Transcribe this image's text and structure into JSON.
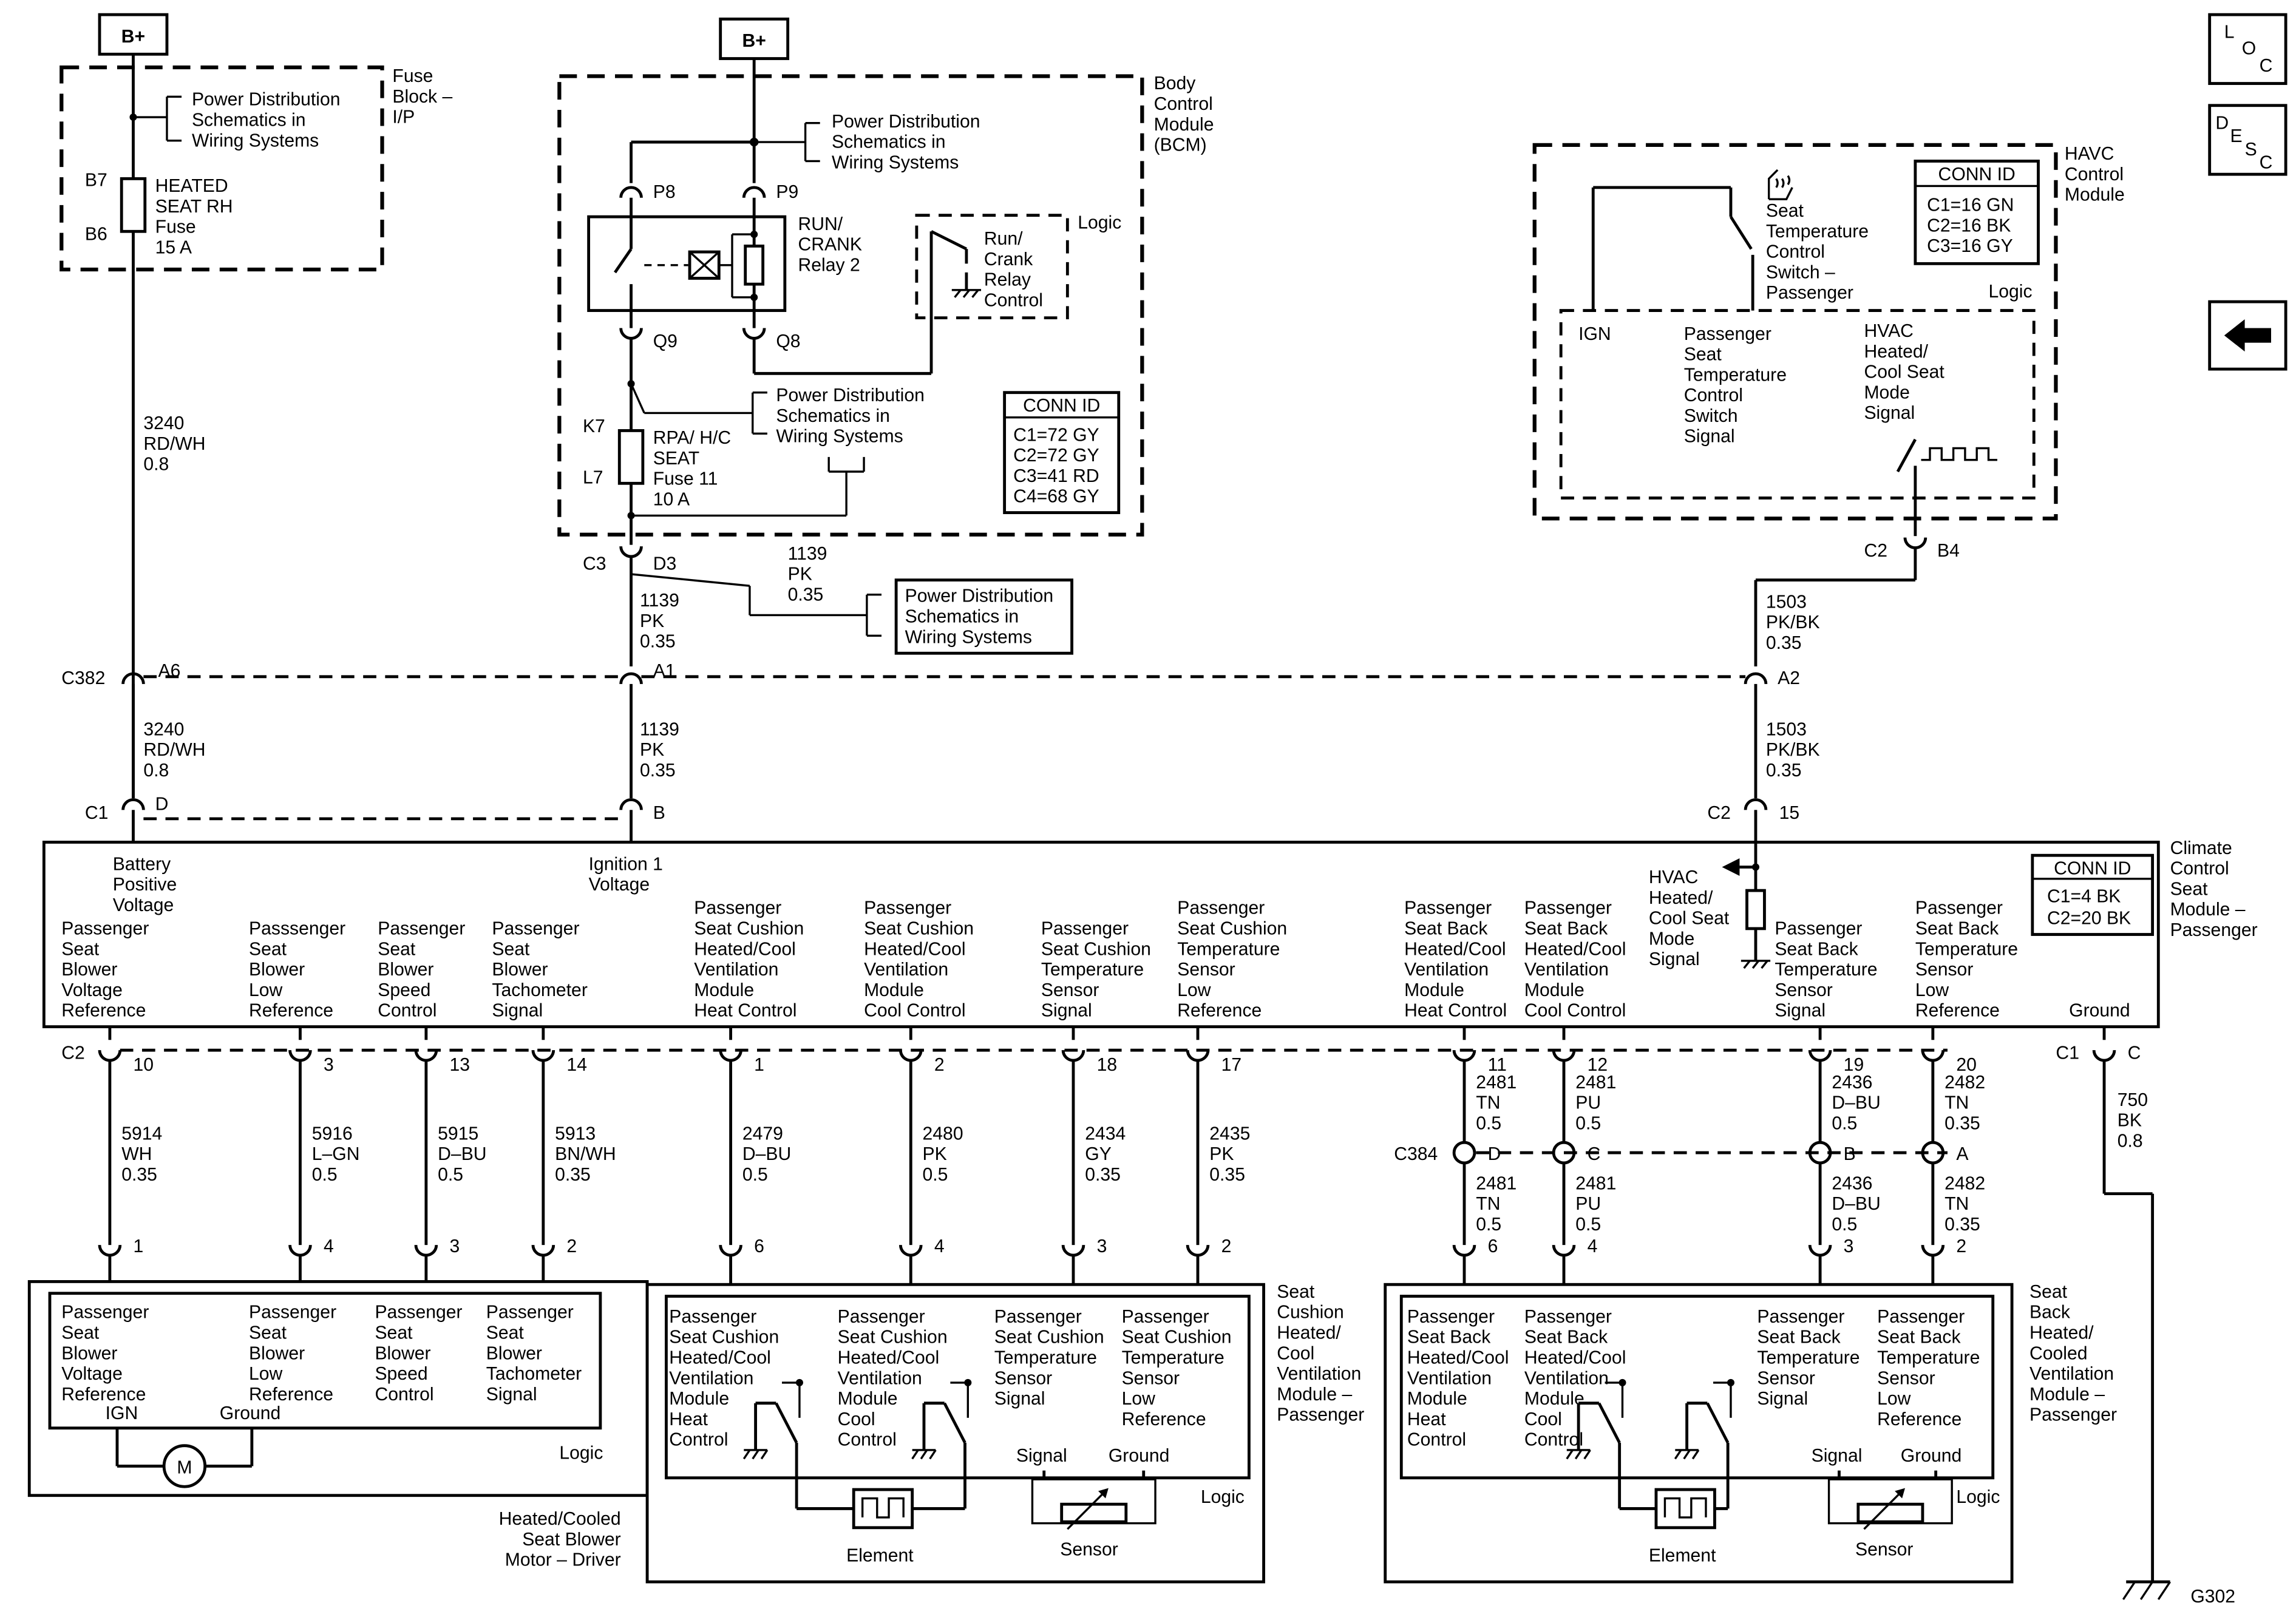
{
  "supply": {
    "b_plus_left": "B+",
    "b_plus_mid": "B+"
  },
  "fuse_block": {
    "title": [
      "Fuse",
      "Block –",
      "I/P"
    ],
    "pds": [
      "Power Distribution",
      "Schematics in",
      "Wiring Systems"
    ],
    "pin_top": "B7",
    "pin_bottom": "B6",
    "fuse": [
      "HEATED",
      "SEAT RH",
      "Fuse",
      "15 A"
    ]
  },
  "bcm": {
    "title": [
      "Body",
      "Control",
      "Module",
      "(BCM)"
    ],
    "pds_top": [
      "Power Distribution",
      "Schematics in",
      "Wiring Systems"
    ],
    "pins": {
      "p8": "P8",
      "p9": "P9",
      "q9": "Q9",
      "q8": "Q8",
      "k7": "K7",
      "l7": "L7"
    },
    "relay": [
      "RUN/",
      "CRANK",
      "Relay 2"
    ],
    "logic_label": "Logic",
    "relay_control": [
      "Run/",
      "Crank",
      "Relay",
      "Control"
    ],
    "pds_mid": [
      "Power Distribution",
      "Schematics in",
      "Wiring Systems"
    ],
    "fuse": [
      "RPA/ H/C",
      "SEAT",
      "Fuse 11",
      "10 A"
    ],
    "conn_id": {
      "title": "CONN ID",
      "rows": [
        "C1=72 GY",
        "C2=72 GY",
        "C3=41 RD",
        "C4=68 GY"
      ]
    }
  },
  "bcm_out": {
    "connector": "C3",
    "pin": "D3",
    "wire_splice": [
      "1139",
      "PK",
      "0.35"
    ],
    "wire_down": [
      "1139",
      "PK",
      "0.35"
    ],
    "pds": [
      "Power Distribution",
      "Schematics in",
      "Wiring Systems"
    ]
  },
  "havc": {
    "title": [
      "HAVC",
      "Control",
      "Module"
    ],
    "conn_id": {
      "title": "CONN ID",
      "rows": [
        "C1=16 GN",
        "C2=16 BK",
        "C3=16 GY"
      ]
    },
    "switch": [
      "Seat",
      "Temperature",
      "Control",
      "Switch –",
      "Passenger"
    ],
    "logic_label": "Logic",
    "ign": "IGN",
    "signal": [
      "Passenger",
      "Seat",
      "Temperature",
      "Control",
      "Switch",
      "Signal"
    ],
    "mode": [
      "HVAC",
      "Heated/",
      "Cool Seat",
      "Mode",
      "Signal"
    ],
    "connector": "C2",
    "pin": "B4",
    "wire": [
      "1503",
      "PK/BK",
      "0.35"
    ]
  },
  "left_circuit": {
    "wire_top": [
      "3240",
      "RD/WH",
      "0.8"
    ],
    "wire_bottom": [
      "3240",
      "RD/WH",
      "0.8"
    ]
  },
  "c382": {
    "name": "C382",
    "pin_a6": "A6",
    "pin_a1": "A1",
    "pin_a2": "A2"
  },
  "lower_wires": {
    "mid": [
      "1139",
      "PK",
      "0.35"
    ],
    "right": [
      "1503",
      "PK/BK",
      "0.35"
    ]
  },
  "module_pins_top": {
    "c1": "C1",
    "d": "D",
    "b": "B",
    "c2": "C2",
    "p15": "15"
  },
  "ccsm": {
    "title": [
      "Climate",
      "Control",
      "Seat",
      "Module –",
      "Passenger"
    ],
    "conn_id": {
      "title": "CONN ID",
      "rows": [
        "C1=4 BK",
        "C2=20 BK"
      ]
    },
    "battery": [
      "Battery",
      "Positive",
      "Voltage"
    ],
    "ignition": [
      "Ignition 1",
      "Voltage"
    ],
    "hvac_mode": [
      "HVAC",
      "Heated/",
      "Cool Seat",
      "Mode",
      "Signal"
    ],
    "labels": [
      [
        "Passenger",
        "Seat",
        "Blower",
        "Voltage",
        "Reference"
      ],
      [
        "Passsenger",
        "Seat",
        "Blower",
        "Low",
        "Reference"
      ],
      [
        "Passenger",
        "Seat",
        "Blower",
        "Speed",
        "Control"
      ],
      [
        "Passenger",
        "Seat",
        "Blower",
        "Tachometer",
        "Signal"
      ],
      [
        "Passenger",
        "Seat Cushion",
        "Heated/Cool",
        "Ventilation",
        "Module",
        "Heat Control"
      ],
      [
        "Passenger",
        "Seat Cushion",
        "Heated/Cool",
        "Ventilation",
        "Module",
        "Cool Control"
      ],
      [
        "Passenger",
        "Seat Cushion",
        "Temperature",
        "Sensor",
        "Signal"
      ],
      [
        "Passenger",
        "Seat Cushion",
        "Temperature",
        "Sensor",
        "Low",
        "Reference"
      ],
      [
        "Passenger",
        "Seat Back",
        "Heated/Cool",
        "Ventilation",
        "Module",
        "Heat Control"
      ],
      [
        "Passenger",
        "Seat Back",
        "Heated/Cool",
        "Ventilation",
        "Module",
        "Cool Control"
      ],
      [
        "Passenger",
        "Seat Back",
        "Temperature",
        "Sensor",
        "Signal"
      ],
      [
        "Passenger",
        "Seat Back",
        "Temperature",
        "Sensor",
        "Low",
        "Reference"
      ],
      [
        "Ground"
      ]
    ]
  },
  "bottom_connectors": {
    "c2": "C2",
    "c1": "C1",
    "c": "C",
    "c384": "C384"
  },
  "bottom_pins": [
    "10",
    "3",
    "13",
    "14",
    "1",
    "2",
    "18",
    "17",
    "11",
    "12",
    "19",
    "20"
  ],
  "bottom_wires": [
    [
      "5914",
      "WH",
      "0.35"
    ],
    [
      "5916",
      "L–GN",
      "0.5"
    ],
    [
      "5915",
      "D–BU",
      "0.5"
    ],
    [
      "5913",
      "BN/WH",
      "0.35"
    ],
    [
      "2479",
      "D–BU",
      "0.5"
    ],
    [
      "2480",
      "PK",
      "0.5"
    ],
    [
      "2434",
      "GY",
      "0.35"
    ],
    [
      "2435",
      "PK",
      "0.35"
    ],
    [
      "2481",
      "TN",
      "0.5"
    ],
    [
      "2481",
      "PU",
      "0.5"
    ],
    [
      "2436",
      "D–BU",
      "0.5"
    ],
    [
      "2482",
      "TN",
      "0.35"
    ]
  ],
  "c384_pins": [
    "D",
    "C",
    "B",
    "A"
  ],
  "c384_wires": [
    [
      "2481",
      "TN",
      "0.5"
    ],
    [
      "2481",
      "PU",
      "0.5"
    ],
    [
      "2436",
      "D–BU",
      "0.5"
    ],
    [
      "2482",
      "TN",
      "0.35"
    ]
  ],
  "ground_wire": [
    "750",
    "BK",
    "0.8"
  ],
  "device_pins": [
    "1",
    "4",
    "3",
    "2",
    "6",
    "4",
    "3",
    "2",
    "6",
    "4",
    "3",
    "2"
  ],
  "blower_motor": {
    "title": [
      "Heated/Cooled",
      "Seat Blower",
      "Motor – Driver"
    ],
    "labels": [
      [
        "Passenger",
        "Seat",
        "Blower",
        "Voltage",
        "Reference"
      ],
      [
        "Passenger",
        "Seat",
        "Blower",
        "Low",
        "Reference"
      ],
      [
        "Passenger",
        "Seat",
        "Blower",
        "Speed",
        "Control"
      ],
      [
        "Passenger",
        "Seat",
        "Blower",
        "Tachometer",
        "Signal"
      ]
    ],
    "ign": "IGN",
    "ground": "Ground",
    "motor": "M",
    "logic": "Logic"
  },
  "cushion_module": {
    "title": [
      "Seat",
      "Cushion",
      "Heated/",
      "Cool",
      "Ventilation",
      "Module –",
      "Passenger"
    ],
    "labels": [
      [
        "Passenger",
        "Seat Cushion",
        "Heated/Cool",
        "Ventilation",
        "Module",
        "Heat",
        "Control"
      ],
      [
        "Passenger",
        "Seat Cushion",
        "Heated/Cool",
        "Ventilation",
        "Module",
        "Cool",
        "Control"
      ],
      [
        "Passenger",
        "Seat Cushion",
        "Temperature",
        "Sensor",
        "Signal"
      ],
      [
        "Passenger",
        "Seat Cushion",
        "Temperature",
        "Sensor",
        "Low",
        "Reference"
      ]
    ],
    "signal": "Signal",
    "ground": "Ground",
    "element": "Element",
    "sensor": "Sensor",
    "logic": "Logic"
  },
  "back_module": {
    "title": [
      "Seat",
      "Back",
      "Heated/",
      "Cooled",
      "Ventilation",
      "Module –",
      "Passenger"
    ],
    "labels": [
      [
        "Passenger",
        "Seat Back",
        "Heated/Cool",
        "Ventilation",
        "Module",
        "Heat",
        "Control"
      ],
      [
        "Passenger",
        "Seat Back",
        "Heated/Cool",
        "Ventilation",
        "Module",
        "Cool",
        "Control"
      ],
      [
        "Passenger",
        "Seat Back",
        "Temperature",
        "Sensor",
        "Signal"
      ],
      [
        "Passenger",
        "Seat Back",
        "Temperature",
        "Sensor",
        "Low",
        "Reference"
      ]
    ],
    "signal": "Signal",
    "ground": "Ground",
    "element": "Element",
    "sensor": "Sensor",
    "logic": "Logic"
  },
  "ground_point": "G302",
  "nav": {
    "loc": [
      "L",
      "O",
      "C"
    ],
    "desc": [
      "D",
      "E",
      "S",
      "C"
    ]
  },
  "icons": [
    "back-arrow-icon",
    "motor-icon",
    "ground-icon",
    "heated-seat-icon"
  ]
}
